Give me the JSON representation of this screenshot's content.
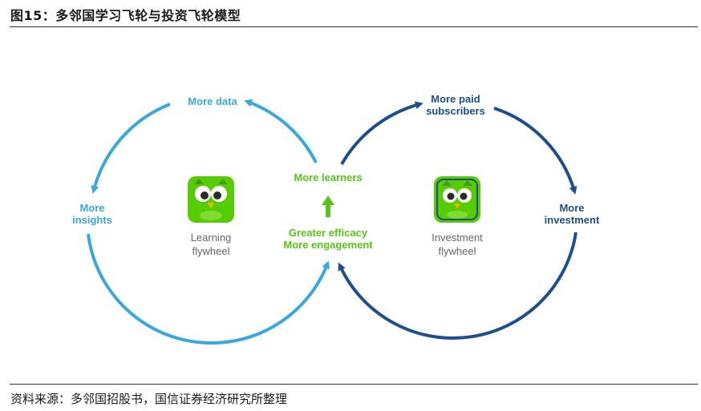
{
  "figure": {
    "title": "图15：多邻国学习飞轮与投资飞轮模型",
    "source": "资料来源：多邻国招股书，国信证券经济研究所整理"
  },
  "learning_loop": {
    "more_data": "More data",
    "more_insights": [
      "More",
      "insights"
    ],
    "name": [
      "Learning",
      "flywheel"
    ]
  },
  "investment_loop": {
    "more_paid_subscribers": [
      "More paid",
      "subscribers"
    ],
    "more_investment": [
      "More",
      "investment"
    ],
    "name": [
      "Investment",
      "flywheel"
    ]
  },
  "center": {
    "more_learners": "More learners",
    "greater_efficacy": "Greater efficacy",
    "more_engagement": "More engagement"
  },
  "colors": {
    "learning": "#3aa8dc",
    "investment": "#1e4e8e",
    "center": "#58c41a",
    "owl_green": "#58cc02",
    "owl_dark": "#2f7d1e"
  },
  "icons": {
    "learning": "owl-icon",
    "investment": "owl-icon",
    "center_arrow": "arrow-up-icon"
  }
}
